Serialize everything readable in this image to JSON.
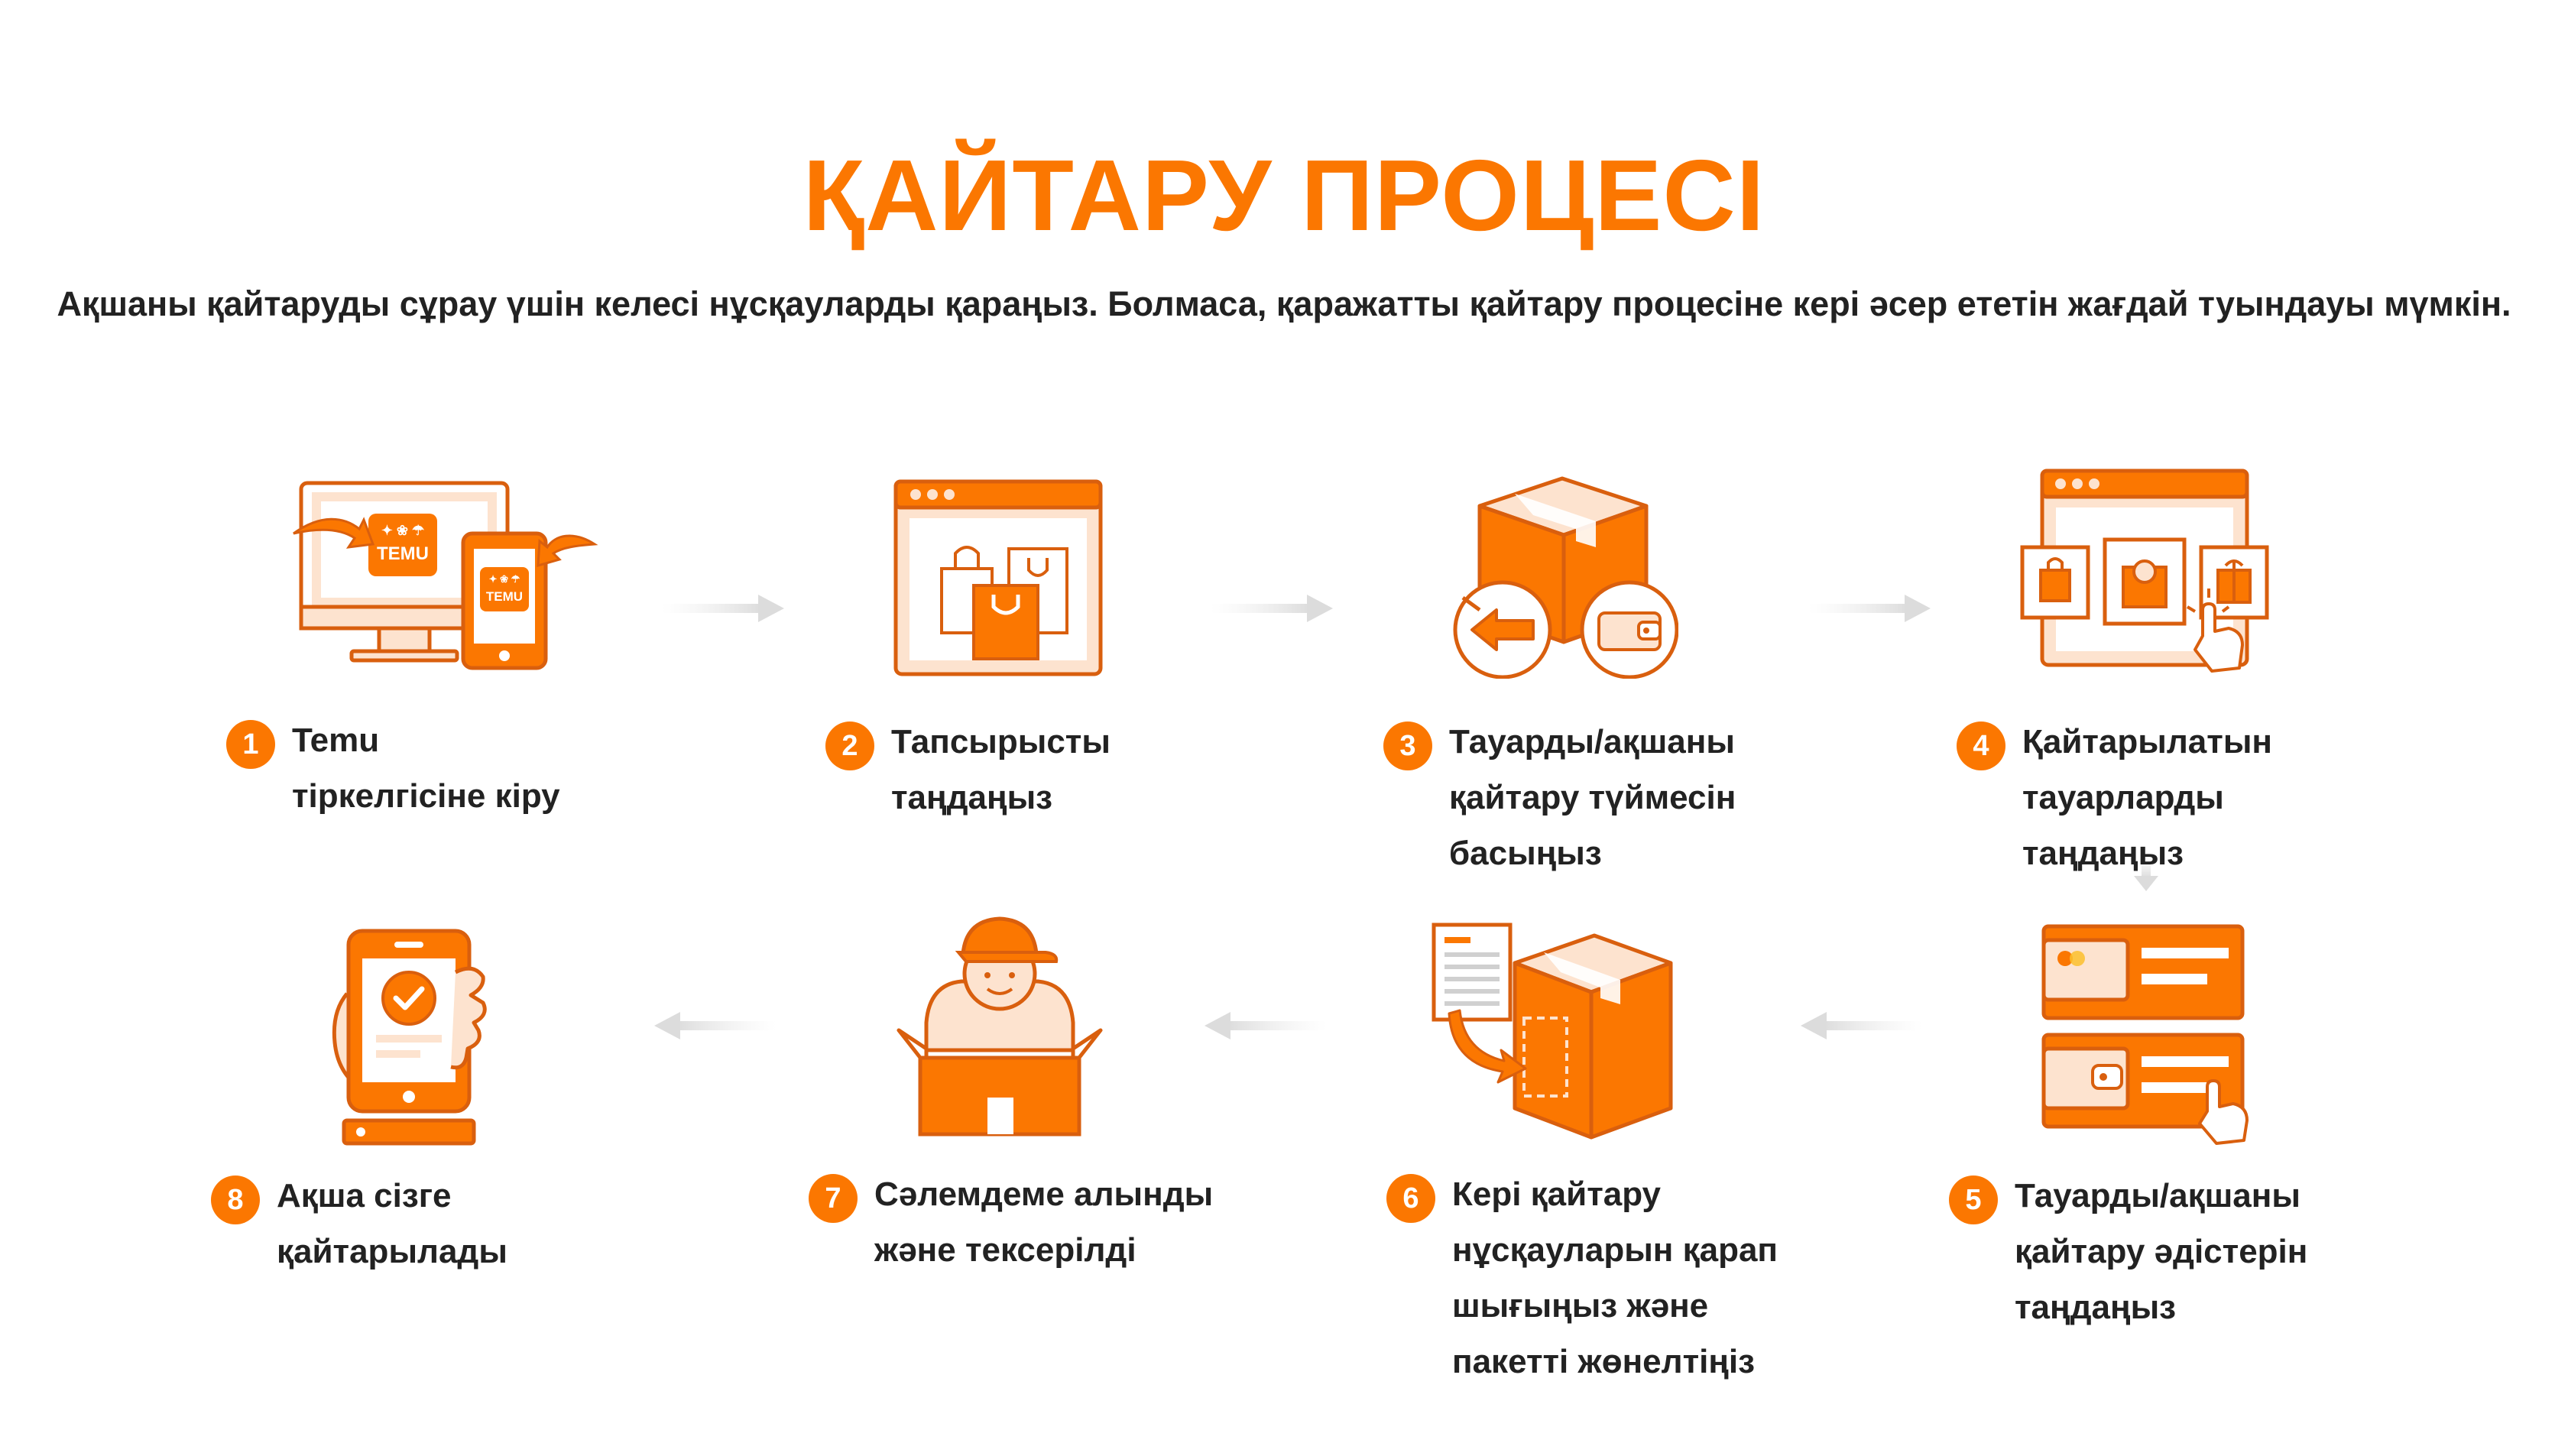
{
  "header": {
    "title": "ҚАЙТАРУ ПРОЦЕСІ",
    "subtitle": "Ақшаны қайтаруды сұрау үшін келесі нұсқауларды қараңыз. Болмаса, қаражатты қайтару процесіне кері әсер ететін жағдай туындауы мүмкін."
  },
  "colors": {
    "accent": "#fb7701",
    "light": "#fde3cf",
    "text": "#222222"
  },
  "logo": {
    "text": "TEMU"
  },
  "steps": [
    {
      "number": "1",
      "label": "Temu\nтіркелгісіне кіру",
      "icon": "computer-phone-icon"
    },
    {
      "number": "2",
      "label": "Тапсырысты\nтаңдаңыз",
      "icon": "shopping-bags-window-icon"
    },
    {
      "number": "3",
      "label": "Тауарды/ақшаны\nқайтару түймесін\nбасыңыз",
      "icon": "box-return-wallet-icon"
    },
    {
      "number": "4",
      "label": "Қайтарылатын\nтауарларды\nтаңдаңыз",
      "icon": "select-items-window-icon"
    },
    {
      "number": "5",
      "label": "Тауарды/ақшаны\nқайтару әдістерін\nтаңдаңыз",
      "icon": "payment-methods-icon"
    },
    {
      "number": "6",
      "label": "Кері қайтару\nнұсқауларын қарап\nшығыңыз және\nпакетті жөнелтіңіз",
      "icon": "document-box-icon"
    },
    {
      "number": "7",
      "label": "Сәлемдеме алынды\nжәне тексерілді",
      "icon": "courier-box-icon"
    },
    {
      "number": "8",
      "label": "Ақша сізге\nқайтарылады",
      "icon": "phone-check-icon"
    }
  ]
}
